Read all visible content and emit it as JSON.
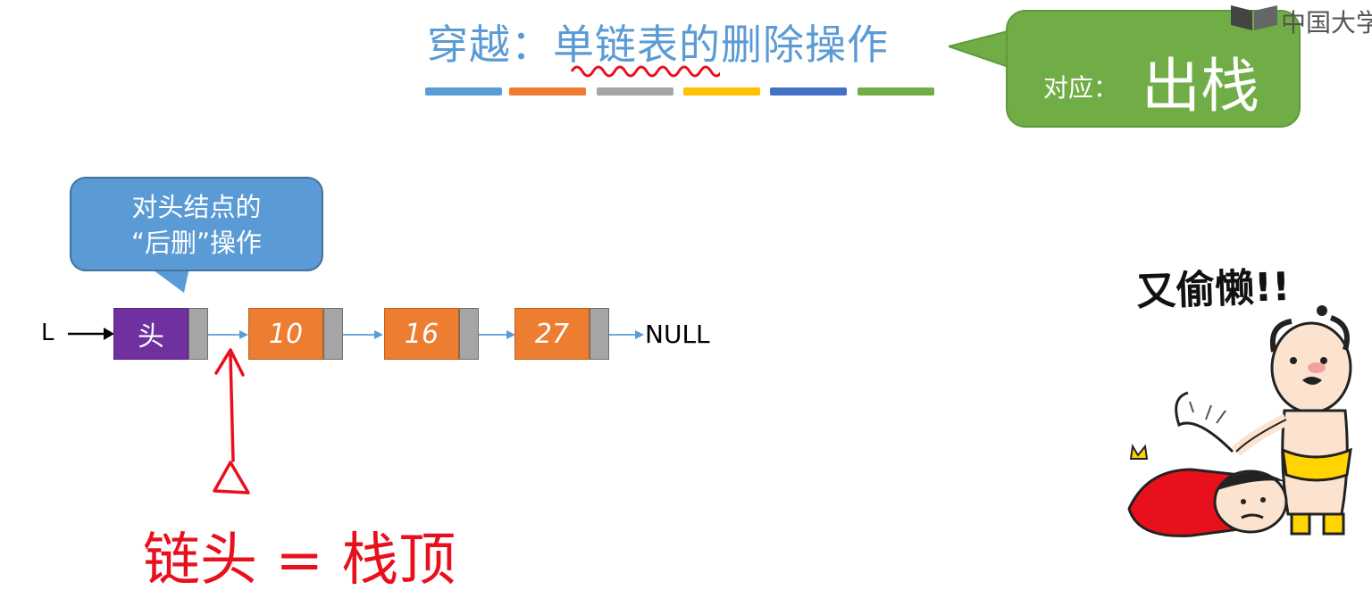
{
  "title": {
    "prefix": "穿越：",
    "main": "单链表的删除操作"
  },
  "color_bars": [
    "#5b9bd5",
    "#ed7d31",
    "#a5a5a5",
    "#ffc000",
    "#4472c4",
    "#70ad47"
  ],
  "callout_top": {
    "prefix": "对应：",
    "main": "出栈"
  },
  "logo": {
    "text": "中国大学"
  },
  "callout_left": {
    "line1": "对头结点的",
    "line2": "“后删”操作"
  },
  "list": {
    "pointer_label": "L",
    "head_label": "头",
    "nodes": [
      "10",
      "16",
      "27"
    ],
    "null_label": "NULL"
  },
  "annotation": {
    "handwriting": "链头 = 栈顶",
    "color": "#e8101c"
  },
  "cartoon": {
    "caption": "又偷懒!!"
  },
  "colors": {
    "blue": "#5b9bd5",
    "green": "#70ad47",
    "orange": "#ed7d31",
    "purple": "#7030a0",
    "gray": "#a5a5a5"
  }
}
